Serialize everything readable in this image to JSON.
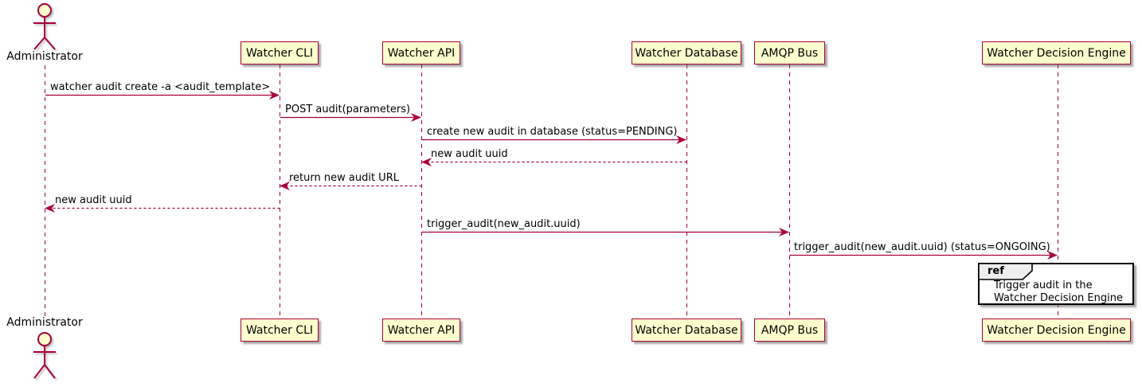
{
  "diagram": {
    "type": "sequence",
    "colors": {
      "participant_fill": "#FEFECE",
      "participant_border": "#A80036",
      "arrow": "#A80036",
      "lifeline": "#A80036",
      "text": "#000000",
      "ref_border": "#000000",
      "ref_fill": "#FFFFFF",
      "ref_tab_fill": "#EEEEEE"
    },
    "actor": {
      "name": "Administrator"
    },
    "participants": [
      {
        "label": "Watcher CLI"
      },
      {
        "label": "Watcher API"
      },
      {
        "label": "Watcher Database"
      },
      {
        "label": "AMQP Bus"
      },
      {
        "label": "Watcher Decision Engine"
      }
    ],
    "messages": [
      {
        "text": "watcher audit create -a <audit_template>",
        "from": "Administrator",
        "to": "Watcher CLI",
        "line": "solid"
      },
      {
        "text": "POST audit(parameters)",
        "from": "Watcher CLI",
        "to": "Watcher API",
        "line": "solid"
      },
      {
        "text": "create new audit in database (status=PENDING)",
        "from": "Watcher API",
        "to": "Watcher Database",
        "line": "solid"
      },
      {
        "text": "new audit uuid",
        "from": "Watcher Database",
        "to": "Watcher API",
        "line": "dashed"
      },
      {
        "text": "return new audit URL",
        "from": "Watcher API",
        "to": "Watcher CLI",
        "line": "dashed"
      },
      {
        "text": "new audit uuid",
        "from": "Watcher CLI",
        "to": "Administrator",
        "line": "dashed"
      },
      {
        "text": "trigger_audit(new_audit.uuid)",
        "from": "Watcher API",
        "to": "AMQP Bus",
        "line": "solid"
      },
      {
        "text": "trigger_audit(new_audit.uuid) (status=ONGOING)",
        "from": "AMQP Bus",
        "to": "Watcher Decision Engine",
        "line": "solid"
      }
    ],
    "ref": {
      "keyword": "ref",
      "lines": {
        "0": "Trigger audit in the",
        "1": "Watcher Decision Engine"
      }
    }
  }
}
